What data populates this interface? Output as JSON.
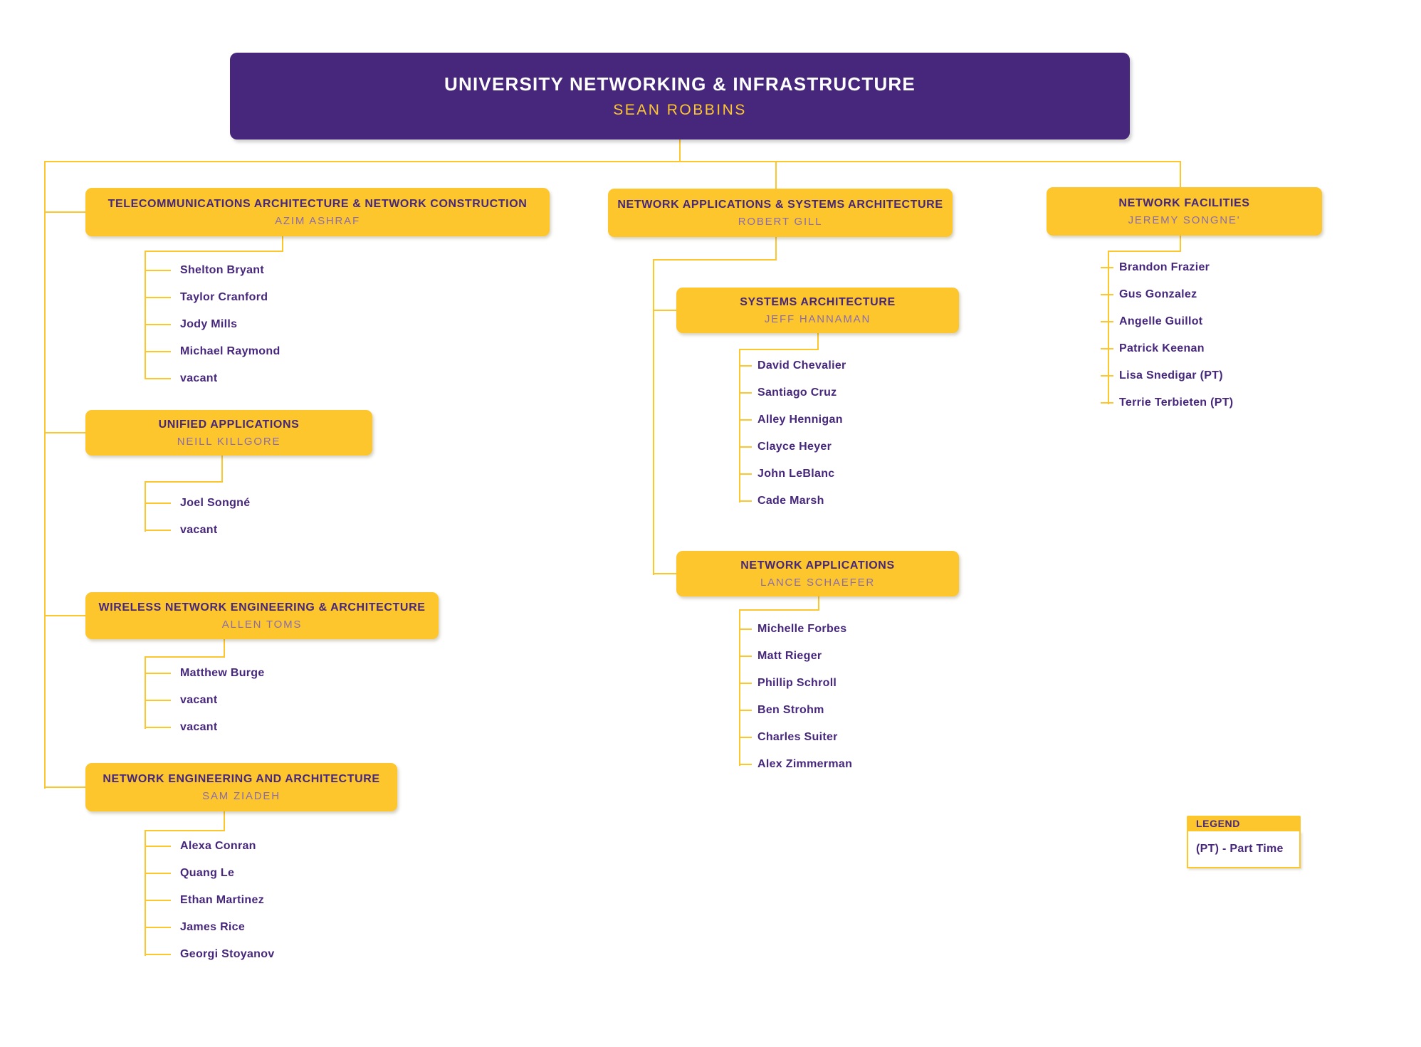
{
  "colors": {
    "purple": "#46277c",
    "gold": "#fdc62d",
    "manager_text": "#8a6cae",
    "line": "#fdc62d",
    "root_title_text": "#ffffff"
  },
  "root": {
    "title": "UNIVERSITY NETWORKING & INFRASTRUCTURE",
    "manager": "SEAN ROBBINS"
  },
  "departments": [
    {
      "title": "TELECOMMUNICATIONS ARCHITECTURE & NETWORK CONSTRUCTION",
      "manager": "AZIM ASHRAF",
      "members": [
        "Shelton Bryant",
        "Taylor Cranford",
        "Jody Mills",
        "Michael Raymond",
        "vacant"
      ]
    },
    {
      "title": "UNIFIED APPLICATIONS",
      "manager": "NEILL KILLGORE",
      "members": [
        "Joel Songné",
        "vacant"
      ]
    },
    {
      "title": "WIRELESS NETWORK ENGINEERING & ARCHITECTURE",
      "manager": "ALLEN TOMS",
      "members": [
        "Matthew Burge",
        "vacant",
        "vacant"
      ]
    },
    {
      "title": "NETWORK ENGINEERING AND ARCHITECTURE",
      "manager": "SAM ZIADEH",
      "members": [
        "Alexa Conran",
        "Quang Le",
        "Ethan Martinez",
        "James Rice",
        "Georgi Stoyanov"
      ]
    },
    {
      "title": "NETWORK APPLICATIONS & SYSTEMS ARCHITECTURE",
      "manager": "ROBERT GILL",
      "members": []
    },
    {
      "title": "SYSTEMS ARCHITECTURE",
      "manager": "JEFF HANNAMAN",
      "members": [
        "David Chevalier",
        "Santiago Cruz",
        "Alley Hennigan",
        "Clayce Heyer",
        "John LeBlanc",
        "Cade Marsh"
      ]
    },
    {
      "title": "NETWORK APPLICATIONS",
      "manager": "LANCE SCHAEFER",
      "members": [
        "Michelle Forbes",
        "Matt Rieger",
        "Phillip Schroll",
        "Ben Strohm",
        "Charles Suiter",
        "Alex Zimmerman"
      ]
    },
    {
      "title": "NETWORK FACILITIES",
      "manager": "JEREMY SONGNE'",
      "members": [
        "Brandon Frazier",
        "Gus Gonzalez",
        "Angelle Guillot",
        "Patrick Keenan",
        "Lisa Snedigar (PT)",
        "Terrie Terbieten (PT)"
      ]
    }
  ],
  "legend": {
    "title": "LEGEND",
    "entries": [
      "(PT) - Part Time"
    ]
  }
}
